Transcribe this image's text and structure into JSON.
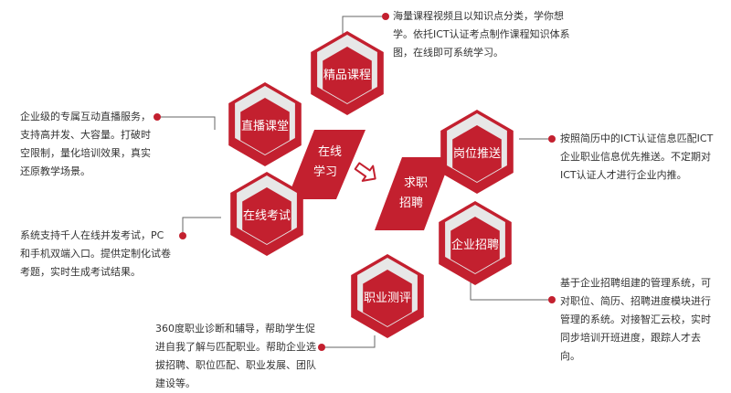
{
  "colors": {
    "brand_red": "#c3202f",
    "dark_red": "#8d1722",
    "highlight_gray": "#e7e7e7",
    "line": "#666666"
  },
  "hexagons": [
    {
      "id": "jingpin",
      "label": "精品课程"
    },
    {
      "id": "zhibo",
      "label": "直播课堂"
    },
    {
      "id": "kaoshi",
      "label": "在线考试"
    },
    {
      "id": "gangwei",
      "label": "岗位推送"
    },
    {
      "id": "qiye",
      "label": "企业招聘"
    },
    {
      "id": "zhiye",
      "label": "职业测评"
    }
  ],
  "center": {
    "online_study": {
      "line1": "在线",
      "line2": "学习"
    },
    "job_hunting": {
      "line1": "求职",
      "line2": "招聘"
    },
    "arrow_icon": "hollow-arrow-right-down"
  },
  "descriptions": {
    "jingpin": "海量课程视频且以知识点分类，学你想学。依托ICT认证考点制作课程知识体系图，在线即可系统学习。",
    "zhibo": "企业级的专属互动直播服务，支持高并发、大容量。打破时空限制，量化培训效果，真实还原教学场景。",
    "kaoshi": "系统支持千人在线并发考试，PC和手机双端入口。提供定制化试卷考题，实时生成考试结果。",
    "gangwei": "按照简历中的ICT认证信息匹配ICT企业职业信息优先推送。不定期对ICT认证人才进行企业内推。",
    "qiye": "基于企业招聘组建的管理系统，可对职位、简历、招聘进度模块进行管理的系统。对接智汇云校，实时同步培训开班进度，跟踪人才去向。",
    "zhiye": "360度职业诊断和辅导，帮助学生促进自我了解与匹配职业。帮助企业选拔招聘、职位匹配、职业发展、团队建设等。"
  }
}
